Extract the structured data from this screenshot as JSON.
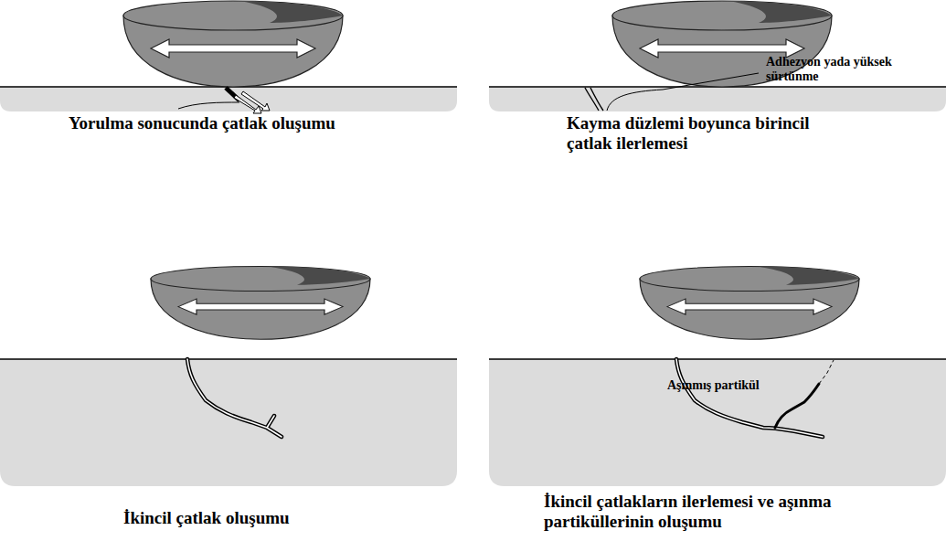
{
  "diagram": {
    "labels": [
      "Yorulma sonucunda çatlak oluşumu",
      "Kayma düzlemi boyunca birincil çatlak ilerlemesi",
      "Adhezyon yada yüksek sürtünme",
      "İkincil çatlak oluşumu",
      "Aşınmış partikül",
      "İkincil çatlakların ilerlemesi ve aşınma partiküllerinin oluşumu"
    ]
  }
}
